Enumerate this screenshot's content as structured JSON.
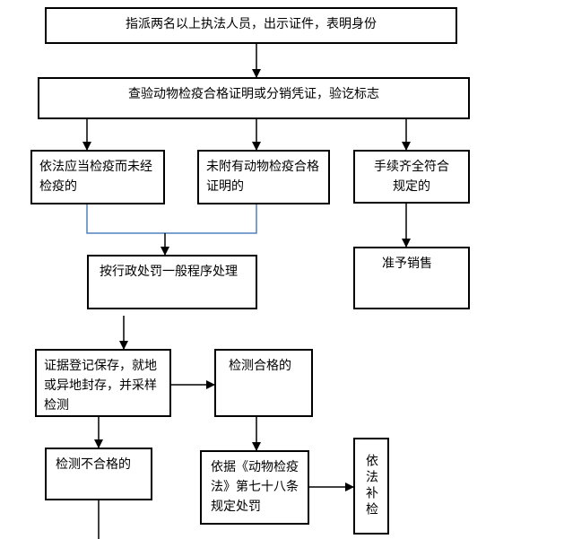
{
  "boxes": {
    "top": "指派两名以上执法人员，出示证件，表明身份",
    "check": "查验动物检疫合格证明或分销凭证，验讫标志",
    "no_quarantine": "依法应当检疫而未经检疫的",
    "no_certificate": "未附有动物检疫合格证明的",
    "complete": "手续齐全符合规定的",
    "admin_penalty": "按行政处罚一般程序处理",
    "allow_sale": "准予销售",
    "evidence": "证据登记保存，就地或异地封存，并采样检测",
    "pass": "检测合格的",
    "fail": "检测不合格的",
    "punish": "依据《动物检疫法》第七十八条规定处罚",
    "supplement": "依法补检"
  },
  "colors": {
    "line": "#000000",
    "connector_blue": "#4f81bd"
  }
}
